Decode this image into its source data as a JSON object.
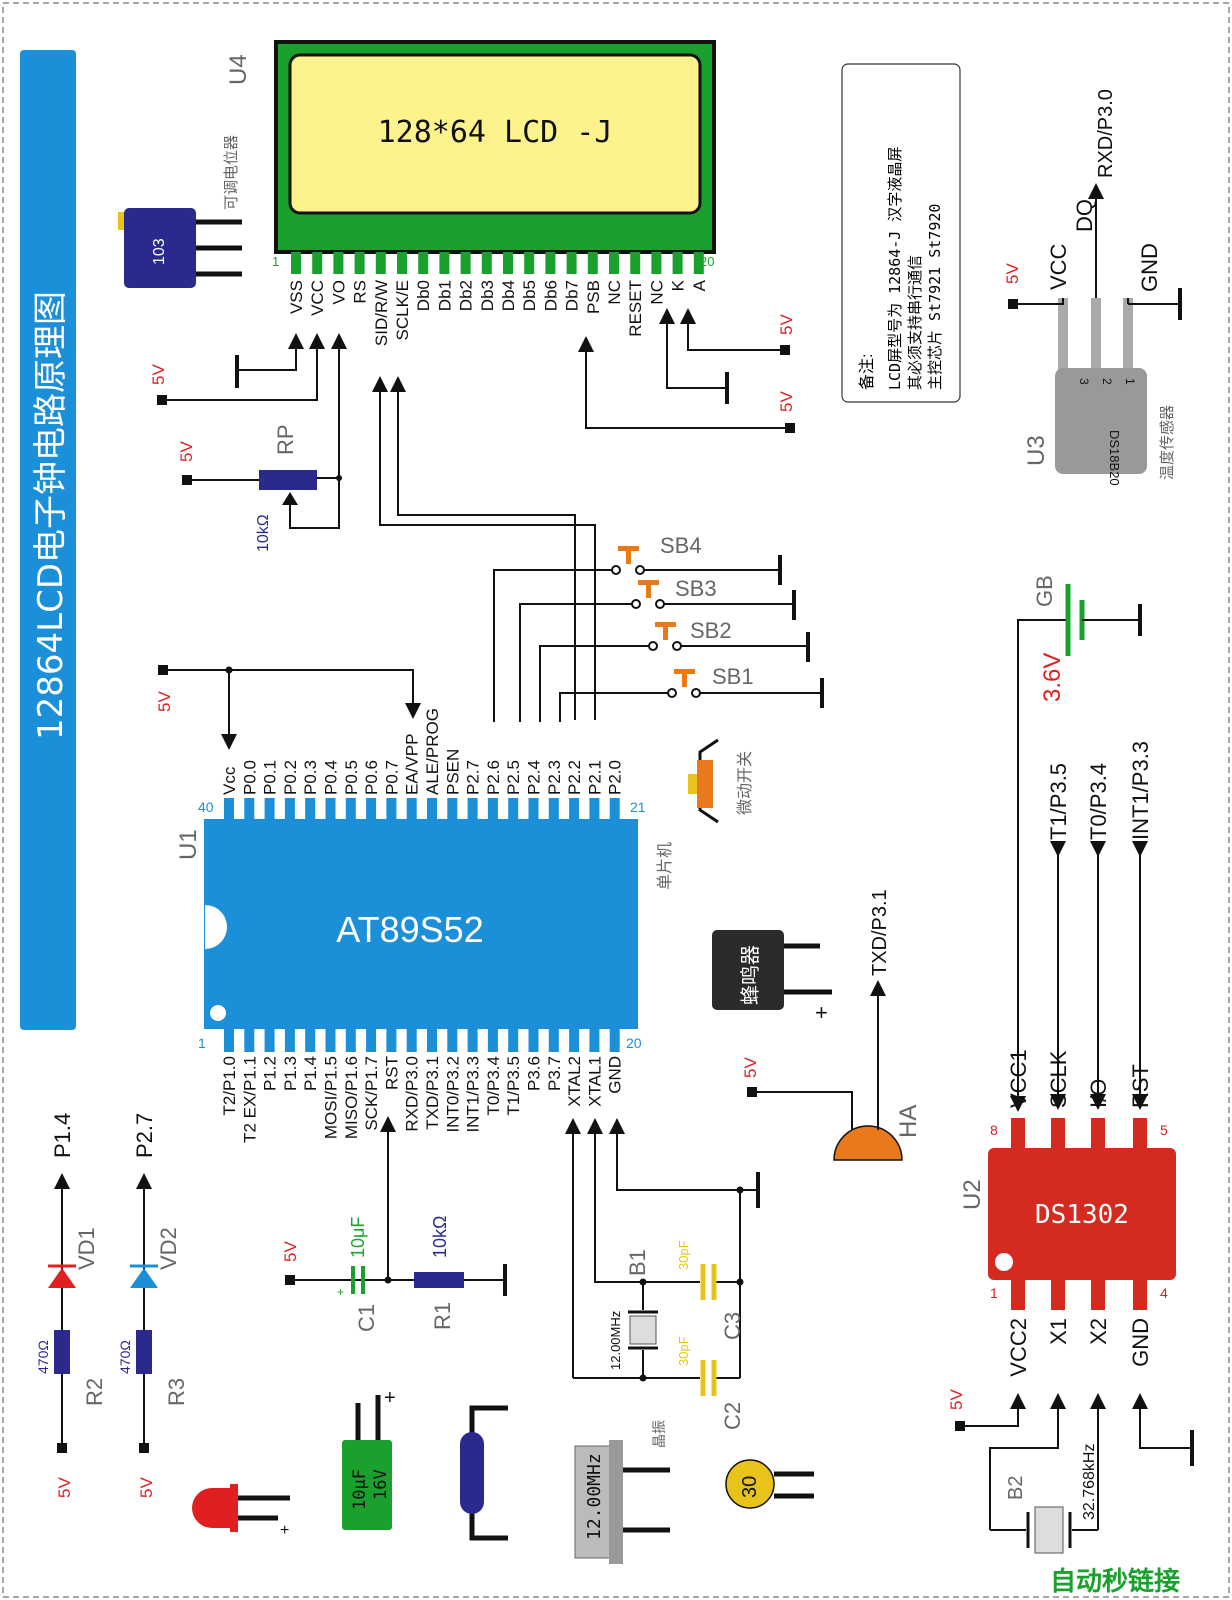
{
  "title": "12864LCD电子钟电路原理图",
  "lcd": {
    "ref": "U4",
    "text": "128*64 LCD -J",
    "pin_first": "1",
    "pin_last": "20",
    "pins": [
      "VSS",
      "VCC",
      "VO",
      "RS",
      "SID/R/W",
      "SCLK/E",
      "Db0",
      "Db1",
      "Db2",
      "Db3",
      "Db4",
      "Db5",
      "Db6",
      "Db7",
      "PSB",
      "NC",
      "RESET",
      "NC",
      "K",
      "A"
    ]
  },
  "pot": {
    "code": "103",
    "caption": "可调电位器"
  },
  "note": {
    "title": "备注:",
    "line1": "LCD屏型号为 12864-J 汉字液晶屏",
    "line2": "其必须支持串行通信",
    "line3": "主控芯片 St7921 St7920"
  },
  "rp": {
    "ref": "RP",
    "value": "10kΩ"
  },
  "supply": {
    "v5": "5V"
  },
  "buttons": {
    "sb4": "SB4",
    "sb3": "SB3",
    "sb2": "SB2",
    "sb1": "SB1",
    "caption": "微动开关"
  },
  "mcu": {
    "ref": "U1",
    "name": "AT89S52",
    "caption": "单片机",
    "pin_1": "1",
    "pin_20": "20",
    "pin_21": "21",
    "pin_40": "40",
    "top_pins": [
      "Vcc",
      "P0.0",
      "P0.1",
      "P0.2",
      "P0.3",
      "P0.4",
      "P0.5",
      "P0.6",
      "P0.7",
      "EA/VPP",
      "ALE/PROG",
      "PSEN",
      "P2.7",
      "P2.6",
      "P2.5",
      "P2.4",
      "P2.3",
      "P2.2",
      "P2.1",
      "P2.0"
    ],
    "bottom_pins": [
      "T2/P1.0",
      "T2 EX/P1.1",
      "P1.2",
      "P1.3",
      "P1.4",
      "MOSI/P1.5",
      "MISO/P1.6",
      "SCK/P1.7",
      "RST",
      "RXD/P3.0",
      "TXD/P3.1",
      "INT0/P3.2",
      "INT1/P3.3",
      "T0/P3.4",
      "T1/P3.5",
      "P3.6",
      "P3.7",
      "XTAL2",
      "XTAL1",
      "GND"
    ]
  },
  "ds18b20": {
    "ref": "U3",
    "name": "DS18B20",
    "caption": "温度传感器",
    "vcc": "VCC",
    "dq": "DQ",
    "gnd": "GND",
    "rxd": "RXD/P3.0",
    "p3": "3",
    "p2": "2",
    "p1": "1"
  },
  "battery": {
    "ref": "GB",
    "value": "3.6V"
  },
  "ds1302": {
    "ref": "U2",
    "name": "DS1302",
    "top_pins": [
      "VCC1",
      "SCLK",
      "I/O",
      "RST"
    ],
    "bottom_pins": [
      "VCC2",
      "X1",
      "X2",
      "GND"
    ],
    "pin8": "8",
    "pin5": "5",
    "pin1": "1",
    "pin4": "4",
    "sig_t1": "T1/P3.5",
    "sig_t0": "T0/P3.4",
    "sig_int1": "INT1/P3.3"
  },
  "buzzer": {
    "name": "蜂鸣器",
    "ref": "HA",
    "txd": "TXD/P3.1",
    "plus": "+"
  },
  "leds": {
    "vd1": "VD1",
    "vd2": "VD2",
    "r2": "R2",
    "r3": "R3",
    "r_value": "470Ω",
    "p14": "P1.4",
    "p27": "P2.7"
  },
  "reset": {
    "c1": "C1",
    "c1_value": "10μF",
    "r1": "R1",
    "r1_value": "10kΩ",
    "plus": "+"
  },
  "crystal": {
    "b1": "B1",
    "b1_value": "12.00MHz",
    "c2": "C2",
    "c3": "C3",
    "cap_value": "30pF"
  },
  "b2": {
    "ref": "B2",
    "value": "32.768kHz"
  },
  "parts": {
    "cap_value": "10μF",
    "cap_volt": "16V",
    "cap_plus": "+",
    "led_plus": "+",
    "xtal_value": "12.00MHz",
    "xtal_caption": "晶振",
    "ceramic_value": "30"
  },
  "watermark": "自动秒链接",
  "colors": {
    "blue": "#1b8fd8",
    "lcd_green": "#1aa12d",
    "lcd_screen": "#fdf38c",
    "ds1302_red": "#d42a20",
    "orange": "#e87a1c",
    "red_label": "#e02020",
    "navy": "#2a2a8c",
    "yellow": "#e8c41a"
  }
}
